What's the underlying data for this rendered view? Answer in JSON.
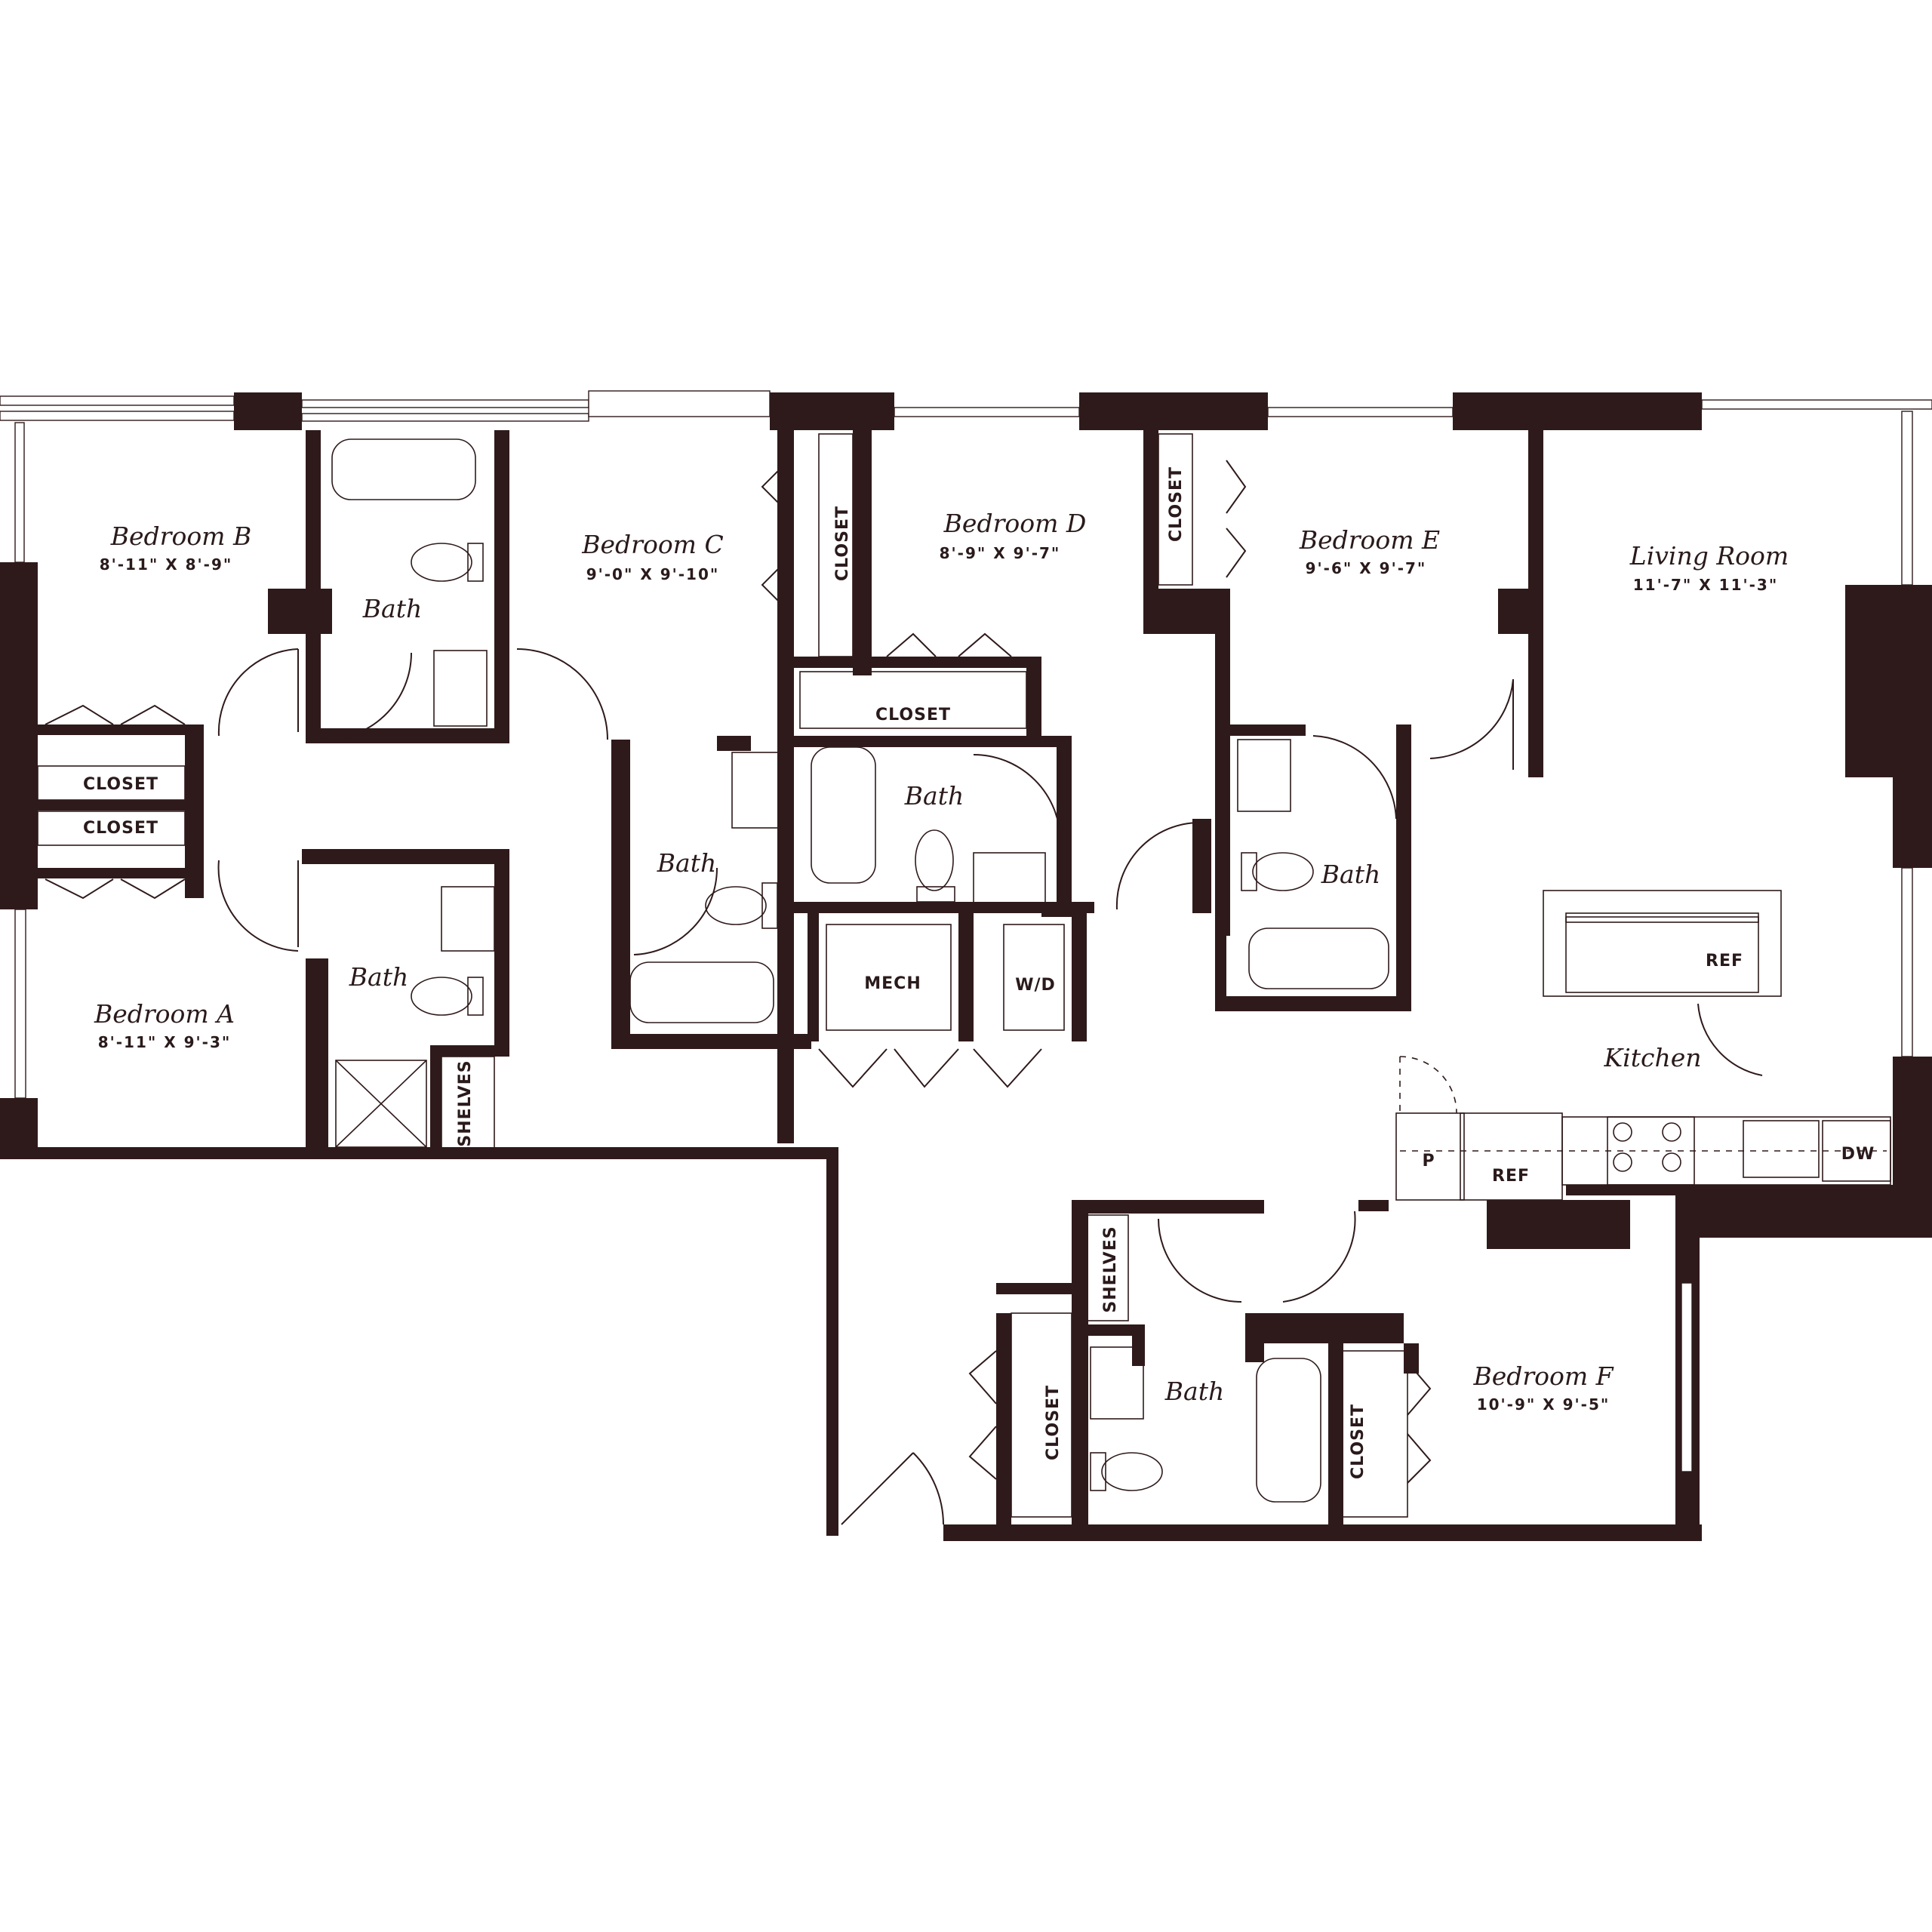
{
  "rooms": {
    "bedroom_a": {
      "name": "Bedroom A",
      "dims": "8'-11\" X 9'-3\""
    },
    "bedroom_b": {
      "name": "Bedroom B",
      "dims": "8'-11\" X 8'-9\""
    },
    "bedroom_c": {
      "name": "Bedroom C",
      "dims": "9'-0\" X 9'-10\""
    },
    "bedroom_d": {
      "name": "Bedroom D",
      "dims": "8'-9\" X 9'-7\""
    },
    "bedroom_e": {
      "name": "Bedroom E",
      "dims": "9'-6\" X 9'-7\""
    },
    "bedroom_f": {
      "name": "Bedroom F",
      "dims": "10'-9\" X 9'-5\""
    },
    "living_room": {
      "name": "Living Room",
      "dims": "11'-7\" X 11'-3\""
    },
    "kitchen": {
      "name": "Kitchen"
    }
  },
  "labels": {
    "bath": "Bath",
    "closet": "CLOSET",
    "shelves": "SHELVES",
    "mech": "MECH",
    "wd": "W/D",
    "ref": "REF",
    "pantry": "P",
    "dw": "DW"
  },
  "colors": {
    "wall": "#2f1a1b",
    "background": "#ffffff"
  }
}
